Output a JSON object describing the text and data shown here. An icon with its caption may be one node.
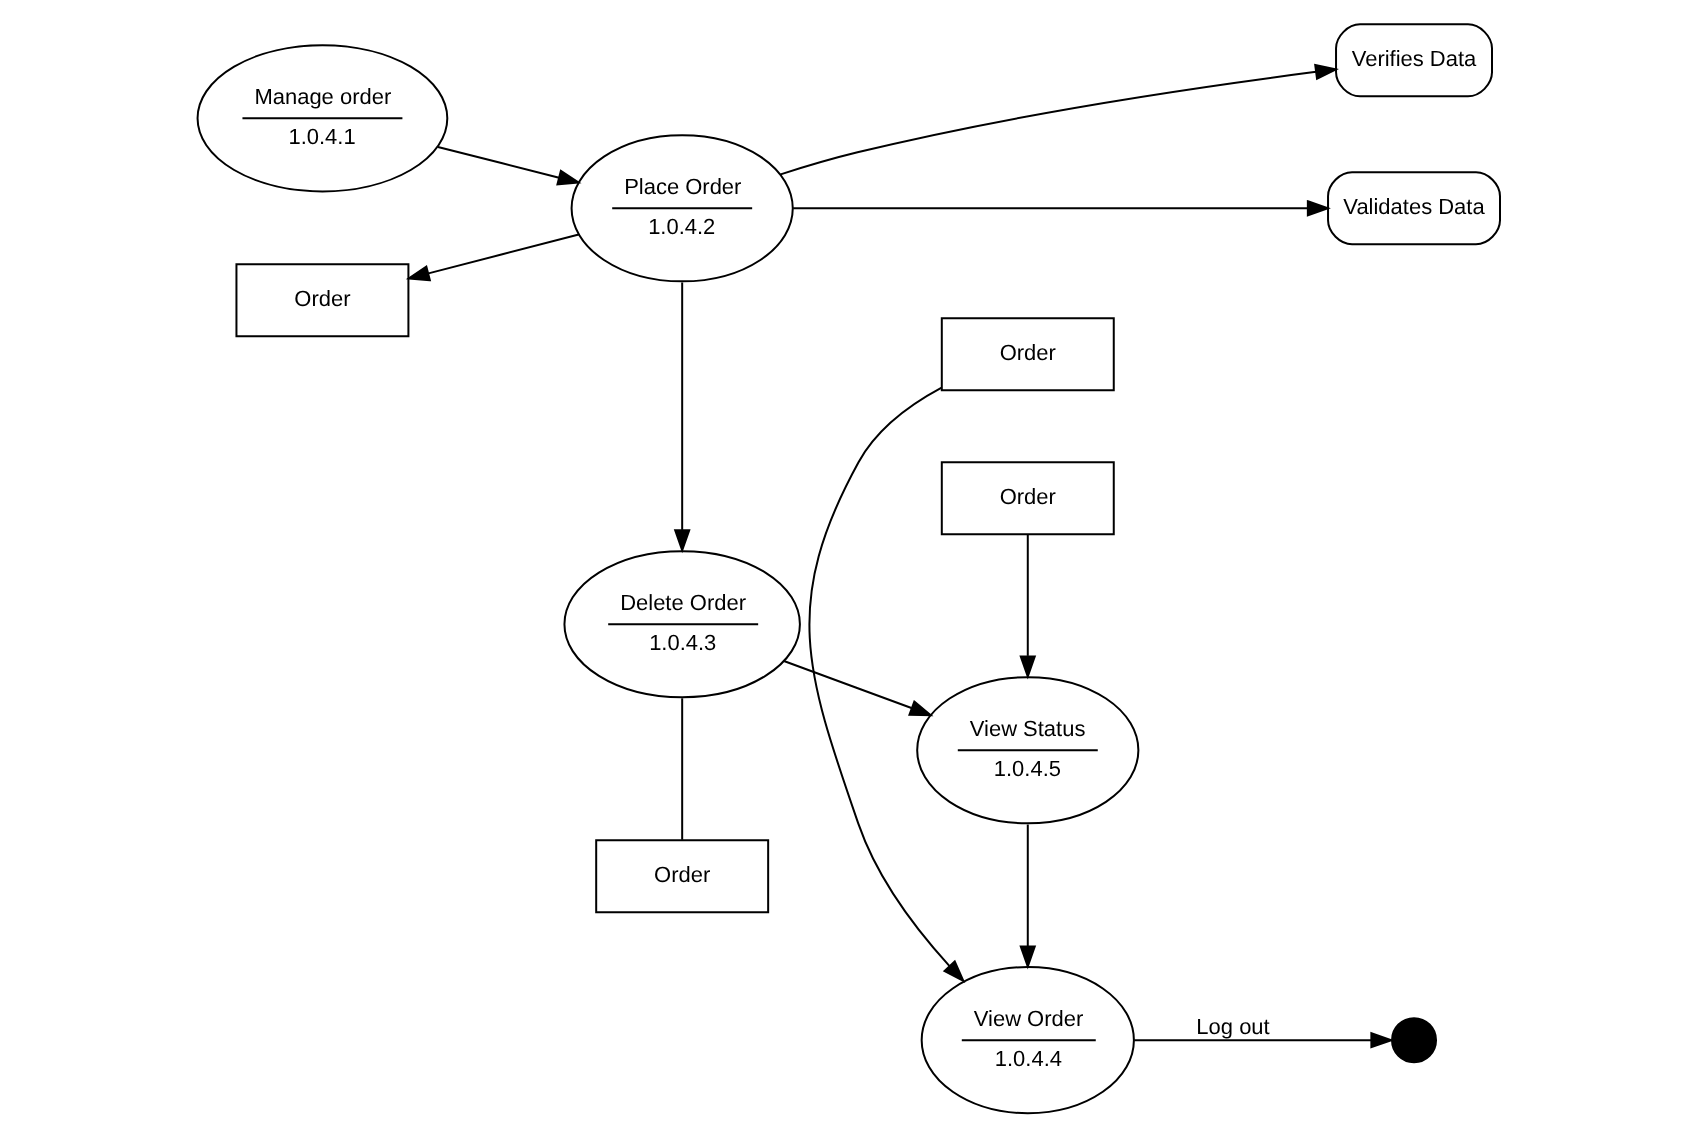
{
  "diagram": {
    "nodes": [
      {
        "text": [
          "Manage order",
          "1.0.4.1"
        ]
      },
      {
        "text": [
          "Order"
        ]
      },
      {
        "text": [
          "Place Order",
          "1.0.4.2"
        ]
      },
      {
        "text": [
          "Delete Order",
          "1.0.4.3"
        ]
      },
      {
        "text": [
          "Order"
        ]
      },
      {
        "text": [
          "Order"
        ]
      },
      {
        "text": [
          "View Order",
          "1.0.4.4"
        ]
      },
      {
        "text": [
          "View Status",
          "1.0.4.5"
        ]
      },
      {
        "text": [
          "Order"
        ]
      },
      {
        "text": [
          "Verifies Data"
        ]
      },
      {
        "text": [
          "Validates Data"
        ]
      },
      {
        "text": [],
        "shape": "circle"
      }
    ],
    "edges": [
      {
        "from": 0,
        "to": 2,
        "arrow": "to"
      },
      {
        "from": 2,
        "to": 1,
        "arrow": "to"
      },
      {
        "from": 2,
        "to": 3,
        "arrow": "to"
      },
      {
        "from": 3,
        "to": 4,
        "arrow": "none"
      },
      {
        "from": 3,
        "to": 7,
        "arrow": "to"
      },
      {
        "from": 5,
        "to": 6,
        "arrow": "to"
      },
      {
        "from": 7,
        "to": 6,
        "arrow": "to"
      },
      {
        "from": 6,
        "to": 11,
        "label": "Log out",
        "arrow": "to"
      },
      {
        "from": 8,
        "to": 7,
        "arrow": "to"
      },
      {
        "from": 2,
        "to": 9,
        "arrow": "to"
      },
      {
        "from": 2,
        "to": 10,
        "arrow": "to"
      }
    ]
  }
}
